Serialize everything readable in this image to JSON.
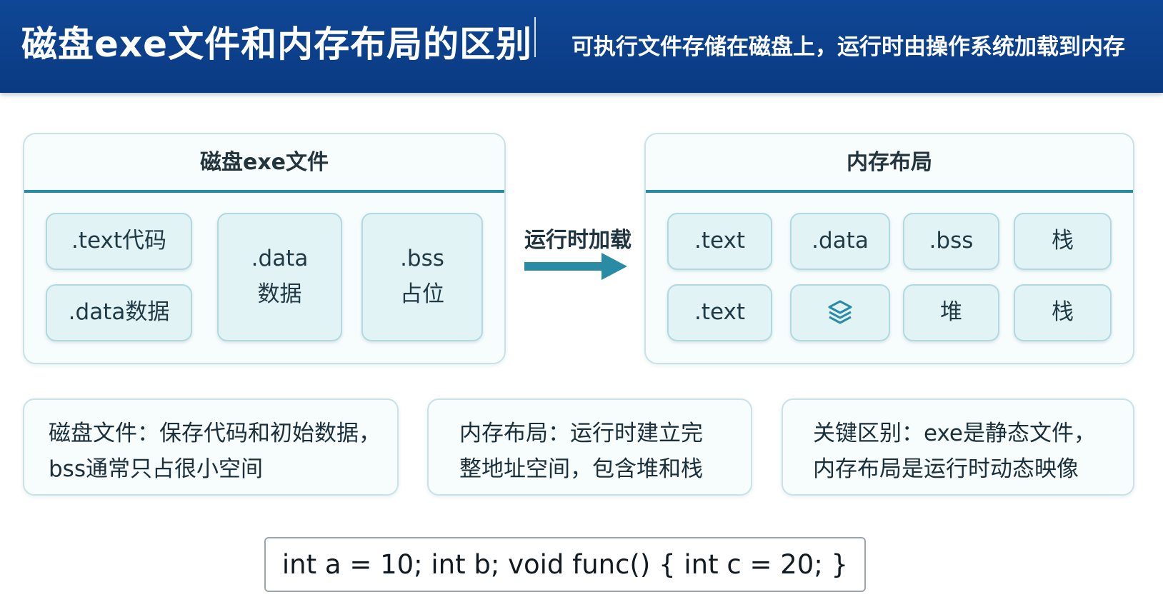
{
  "header": {
    "title": "磁盘exe文件和内存布局的区别",
    "subtitle": "可执行文件存储在磁盘上，运行时由操作系统加载到内存",
    "background_color": "#0d4391"
  },
  "disk_panel": {
    "title": "磁盘exe文件",
    "boxes": [
      {
        "lines": [
          ".text代码"
        ]
      },
      {
        "lines": [
          ".data数据"
        ]
      },
      {
        "lines": [
          ".data",
          "数据"
        ]
      },
      {
        "lines": [
          ".bss",
          "占位"
        ]
      }
    ]
  },
  "arrow": {
    "label": "运行时加载",
    "color": "#2a8ca4"
  },
  "memory_panel": {
    "title": "内存布局",
    "boxes": [
      {
        "label": ".text"
      },
      {
        "label": ".data"
      },
      {
        "label": ".bss"
      },
      {
        "label": "栈"
      },
      {
        "label": ".text"
      },
      {
        "icon": "layers-icon"
      },
      {
        "label": "堆"
      },
      {
        "label": "栈"
      }
    ]
  },
  "notes": [
    {
      "lines": [
        "磁盘文件：保存代码和初始数据，",
        "bss通常只占很小空间"
      ]
    },
    {
      "lines": [
        "内存布局：运行时建立完",
        "整地址空间，包含堆和栈"
      ]
    },
    {
      "lines": [
        "关键区别：exe是静态文件，",
        "内存布局是运行时动态映像"
      ]
    }
  ],
  "code": "int a = 10; int b; void func() { int c = 20; }",
  "colors": {
    "accent": "#2a8ca4",
    "box_fill": "#e1f3f5",
    "panel_border": "#c8e2e8"
  }
}
